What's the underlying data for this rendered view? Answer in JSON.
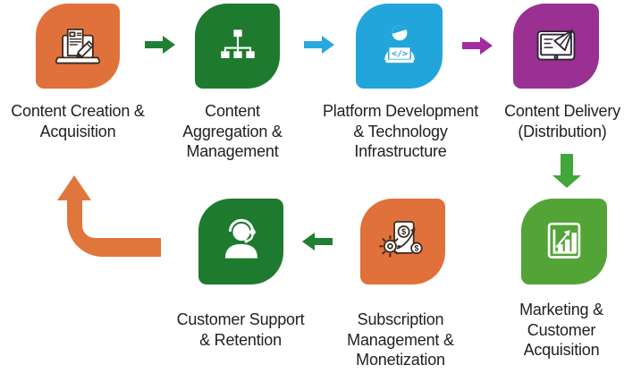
{
  "diagram_name": "content-business-workflow",
  "palette": {
    "orange": "#E0713B",
    "dark_green": "#1E7A2E",
    "blue": "#22A5DB",
    "purple": "#993092",
    "light_green": "#52A437",
    "arrow_green": "#1F8032",
    "arrow_blue": "#29A8DE",
    "arrow_magenta": "#A12D9C",
    "arrow_down_green": "#43A63A",
    "arrow_curve_orange": "#E0763C",
    "text": "#212121",
    "background": "#FFFFFF"
  },
  "nodes": {
    "content_creation": {
      "label": "Content Creation &\nAcquisition",
      "color": "#E0713B",
      "icon": "laptop-edit-icon"
    },
    "content_aggregation": {
      "label": "Content\nAggregation &\nManagement",
      "color": "#1E7A2E",
      "icon": "sitemap-icon"
    },
    "platform_development": {
      "label": "Platform Development\n& Technology\nInfrastructure",
      "color": "#22A5DB",
      "icon": "developer-icon",
      "icon_glyph": "</>"
    },
    "content_delivery": {
      "label": "Content Delivery\n(Distribution)",
      "color": "#993092",
      "icon": "tablet-message-icon"
    },
    "marketing": {
      "label": "Marketing &\nCustomer\nAcquisition",
      "color": "#52A437",
      "icon": "growth-chart-icon"
    },
    "subscription": {
      "label": "Subscription\nManagement &\nMonetization",
      "color": "#E0713B",
      "icon": "billing-icon",
      "icon_glyph": "$"
    },
    "customer_support": {
      "label": "Customer Support\n& Retention",
      "color": "#1E7A2E",
      "icon": "support-agent-icon"
    }
  },
  "arrows": {
    "creation_to_aggregation": {
      "direction": "right",
      "color": "#1F8032"
    },
    "aggregation_to_platform": {
      "direction": "right",
      "color": "#29A8DE"
    },
    "platform_to_delivery": {
      "direction": "right",
      "color": "#A12D9C"
    },
    "delivery_to_marketing": {
      "direction": "down",
      "color": "#43A63A"
    },
    "subscription_to_support": {
      "direction": "left",
      "color": "#1F8032"
    },
    "support_to_creation": {
      "direction": "up-curved",
      "color": "#E0763C"
    }
  }
}
